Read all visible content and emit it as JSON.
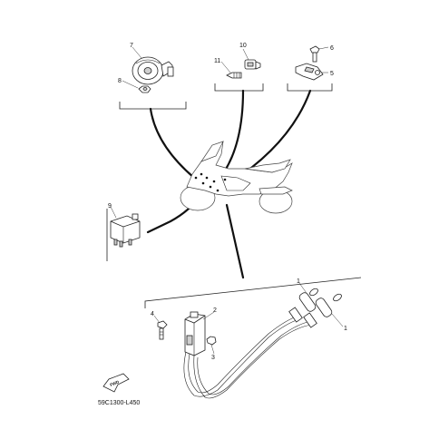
{
  "diagram": {
    "drawing_code": "59C1300-L450",
    "fwd_label": "FWD",
    "callouts": {
      "c1a": "1",
      "c1b": "1",
      "c2": "2",
      "c3": "3",
      "c4": "4",
      "c5": "5",
      "c6": "6",
      "c7": "7",
      "c8": "8",
      "c9": "9",
      "c10": "10",
      "c11": "11"
    }
  }
}
